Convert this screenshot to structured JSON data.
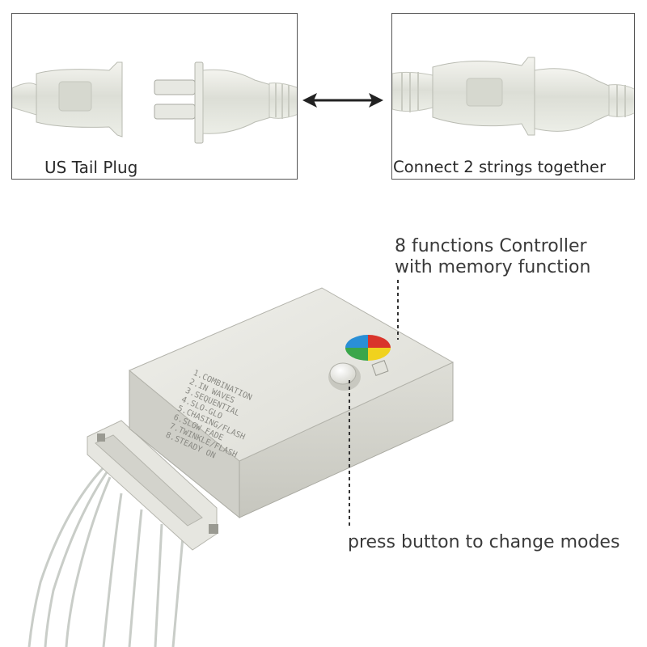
{
  "top_left": {
    "caption": "US Tail Plug"
  },
  "top_right": {
    "caption": "Connect 2 strings together"
  },
  "controller_label": {
    "line1": "8 functions Controller",
    "line2": "with memory function"
  },
  "button_label": {
    "text": "press button to change modes"
  },
  "controller": {
    "mode_list": [
      "1.COMBINATION",
      "2.IN WAVES",
      "3.SEQUENTIAL",
      "4.SLO-GLO",
      "5.CHASING/FLASH",
      "6.SLOW FADE",
      "7.TWINKLE/FLASH",
      "8.STEADY ON"
    ]
  },
  "colors": {
    "housing": "#e6e6e1",
    "housing_shadow": "#c9c9c2",
    "wheel": [
      "#d9342b",
      "#2a8fd6",
      "#f0d21e",
      "#3aa64a"
    ]
  }
}
